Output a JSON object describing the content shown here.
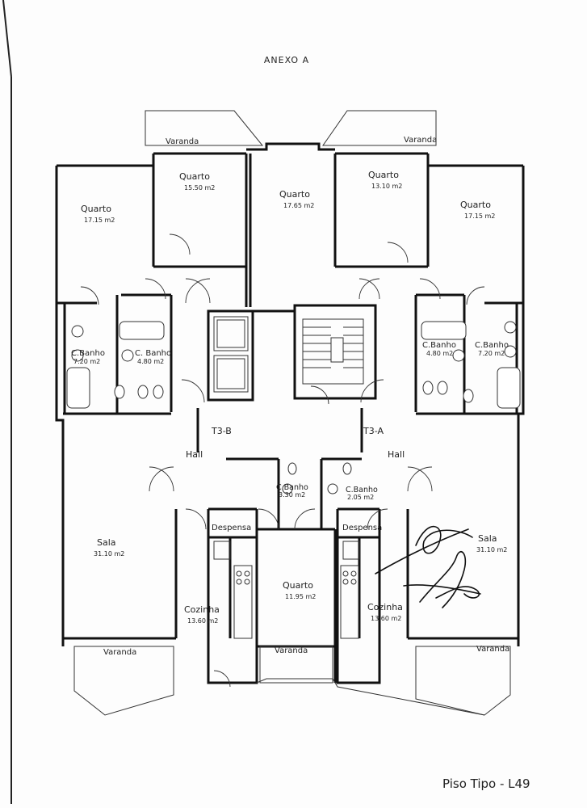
{
  "header": {
    "title": "ANEXO A"
  },
  "footer": {
    "label": "Piso Tipo - L49"
  },
  "rooms": {
    "varanda_top_left": "Varanda",
    "varanda_top_right": "Varanda",
    "quarto_far_left": {
      "name": "Quarto",
      "area": "17.15 m2"
    },
    "quarto_left": {
      "name": "Quarto",
      "area": "15.50 m2"
    },
    "quarto_center": {
      "name": "Quarto",
      "area": "17.65 m2"
    },
    "quarto_right": {
      "name": "Quarto",
      "area": "13.10 m2"
    },
    "quarto_far_right": {
      "name": "Quarto",
      "area": "17.15 m2"
    },
    "cbanho_l1": {
      "name": "C.Banho",
      "area": "7.20 m2"
    },
    "cbanho_l2": {
      "name": "C. Banho",
      "area": "4.80 m2"
    },
    "cbanho_r1": {
      "name": "C.Banho",
      "area": "4.80 m2"
    },
    "cbanho_r2": {
      "name": "C.Banho",
      "area": "7.20 m2"
    },
    "t3b": "T3-B",
    "t3a": "T3-A",
    "hall_left": "Hall",
    "hall_right": "Hall",
    "cbanho_cl": {
      "name": "C.Banho",
      "area": "3.30 m2"
    },
    "cbanho_cr": {
      "name": "C.Banho",
      "area": "2.05 m2"
    },
    "despensa_left": "Despensa",
    "despensa_right": "Despensa",
    "sala_left": {
      "name": "Sala",
      "area": "31.10 m2"
    },
    "sala_right": {
      "name": "Sala",
      "area": "31.10 m2"
    },
    "cozinha_left": {
      "name": "Cozinha",
      "area": "13.60 m2"
    },
    "cozinha_right": {
      "name": "Cozinha",
      "area": "13.60 m2"
    },
    "quarto_bottom": {
      "name": "Quarto",
      "area": "11.95 m2"
    },
    "varanda_bottom_left": "Varanda",
    "varanda_bottom_center": "Varanda",
    "varanda_bottom_right": "Varanda"
  },
  "icons": [
    "staircase-icon",
    "elevator-icon",
    "bathtub-icon",
    "toilet-icon",
    "sink-icon",
    "stove-icon",
    "signature-icon",
    "door-swing-icon"
  ]
}
